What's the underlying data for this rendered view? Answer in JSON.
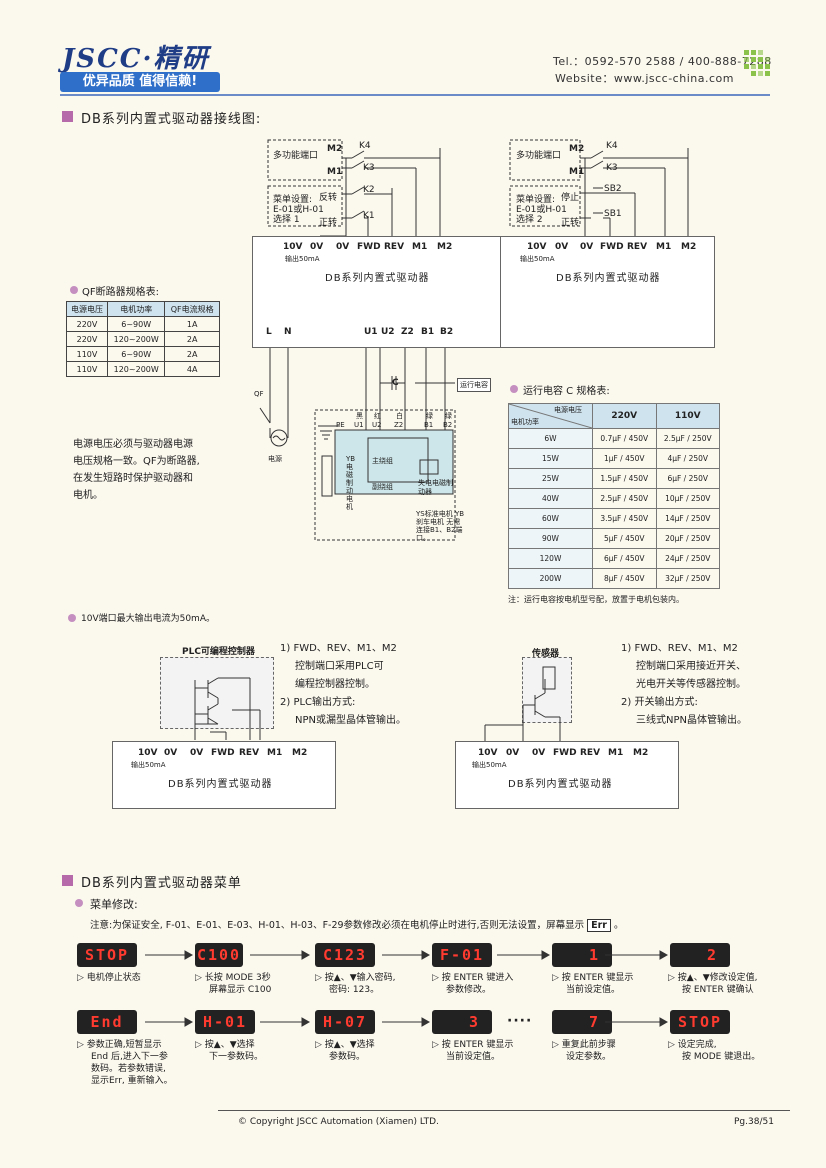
{
  "header": {
    "logo": "JSCC·精研",
    "slogan": "优异品质 值得信赖!",
    "tel": "Tel.：0592-570 2588 / 400-888-7288",
    "website": "Website：www.jscc-china.com"
  },
  "section1": {
    "title": "DB系列内置式驱动器接线图:",
    "left_diagram": {
      "port_label": "多功能端口",
      "menu_label": "菜单设置:",
      "menu_code": "E-01或H-01",
      "menu_choice": "选择 1",
      "rev": "反转",
      "fwd": "正转",
      "k4": "K4",
      "k3": "K3",
      "k2": "K2",
      "k1": "K1",
      "m2": "M2",
      "m1": "M1",
      "terminals": [
        "10V",
        "0V",
        "0V",
        "FWD",
        "REV",
        "M1",
        "M2"
      ],
      "output_note": "输出50mA",
      "driver_name": "DB系列内置式驱动器",
      "bottom_terminals": [
        "L",
        "N",
        "U1",
        "U2",
        "Z2",
        "B1",
        "B2"
      ],
      "qf": "QF",
      "power": "电源",
      "c_label": "C",
      "cap_tag": "运行电容",
      "pe": "PE",
      "wire_colors": [
        "黑",
        "红",
        "白",
        "绿",
        "绿"
      ],
      "wire_codes": [
        "U1",
        "U2",
        "Z2",
        "B1",
        "B2"
      ],
      "motor": "YB电磁制动电机",
      "main_winding": "主绕组",
      "aux_winding": "副绕组",
      "brake": "失电电磁制动器",
      "yb_note": "YS标准电机 YB刹车电机 无需连接B1、B2端口。"
    },
    "right_diagram": {
      "port_label": "多功能端口",
      "menu_label": "菜单设置:",
      "menu_code": "E-01或H-01",
      "menu_choice": "选择 2",
      "stop": "停止",
      "fwd": "正转",
      "k4": "K4",
      "k3": "K3",
      "sb2": "SB2",
      "sb1": "SB1",
      "m2": "M2",
      "m1": "M1",
      "terminals": [
        "10V",
        "0V",
        "0V",
        "FWD",
        "REV",
        "M1",
        "M2"
      ],
      "output_note": "输出50mA",
      "driver_name": "DB系列内置式驱动器"
    },
    "qf_table": {
      "title": "QF断路器规格表:",
      "headers": [
        "电源电压",
        "电机功率",
        "QF电流规格"
      ],
      "rows": [
        [
          "220V",
          "6~90W",
          "1A"
        ],
        [
          "220V",
          "120~200W",
          "2A"
        ],
        [
          "110V",
          "6~90W",
          "2A"
        ],
        [
          "110V",
          "120~200W",
          "4A"
        ]
      ]
    },
    "power_note": [
      "电源电压必须与驱动器电源",
      "电压规格一致。QF为断路器,",
      "在发生短路时保护驱动器和",
      "电机。"
    ],
    "cap_table": {
      "title": "运行电容 C 规格表:",
      "corner_top": "电源电压",
      "corner_bottom": "电机功率",
      "headers": [
        "220V",
        "110V"
      ],
      "rows": [
        [
          "6W",
          "0.7μF / 450V",
          "2.5μF / 250V"
        ],
        [
          "15W",
          "1μF / 450V",
          "4μF / 250V"
        ],
        [
          "25W",
          "1.5μF / 450V",
          "6μF / 250V"
        ],
        [
          "40W",
          "2.5μF / 450V",
          "10μF / 250V"
        ],
        [
          "60W",
          "3.5μF / 450V",
          "14μF / 250V"
        ],
        [
          "90W",
          "5μF / 450V",
          "20μF / 250V"
        ],
        [
          "120W",
          "6μF / 450V",
          "24μF / 250V"
        ],
        [
          "200W",
          "8μF / 450V",
          "32μF / 250V"
        ]
      ],
      "note": "注：运行电容按电机型号配，放置于电机包装内。"
    },
    "output_current_note": "10V端口最大输出电流为50mA。",
    "plc": {
      "box_title": "PLC可编程控制器",
      "terminals": [
        "10V",
        "0V",
        "0V",
        "FWD",
        "REV",
        "M1",
        "M2"
      ],
      "output_note": "输出50mA",
      "driver_name": "DB系列内置式驱动器",
      "text": [
        "1) FWD、REV、M1、M2",
        "控制端口采用PLC可",
        "编程控制器控制。",
        "2) PLC输出方式:",
        "NPN或漏型晶体管输出。"
      ]
    },
    "sensor": {
      "box_title": "传感器",
      "terminals": [
        "10V",
        "0V",
        "0V",
        "FWD",
        "REV",
        "M1",
        "M2"
      ],
      "output_note": "输出50mA",
      "driver_name": "DB系列内置式驱动器",
      "text": [
        "1) FWD、REV、M1、M2",
        "控制端口采用接近开关、",
        "光电开关等传感器控制。",
        "2) 开关输出方式:",
        "三线式NPN晶体管输出。"
      ]
    }
  },
  "section2": {
    "title": "DB系列内置式驱动器菜单",
    "subtitle": "菜单修改:",
    "note": "注意:为保证安全, F-01、E-01、E-03、H-01、H-03、F-29参数修改必须在电机停止时进行,否则无法设置，屏幕显示",
    "err": "Err",
    "note_end": "。",
    "row1": [
      {
        "lcd": "STOP",
        "desc": [
          "电机停止状态"
        ]
      },
      {
        "lcd": "C100",
        "desc": [
          "长按 MODE 3秒",
          "屏幕显示 C100"
        ]
      },
      {
        "lcd": "C123",
        "desc": [
          "按▲、▼输入密码,",
          "密码: 123。"
        ]
      },
      {
        "lcd": "F-01",
        "desc": [
          "按 ENTER 键进入",
          "参数修改。"
        ]
      },
      {
        "lcd": "1",
        "desc": [
          "按 ENTER 键显示",
          "当前设定值。"
        ]
      },
      {
        "lcd": "2",
        "desc": [
          "按▲、▼修改设定值,",
          "按 ENTER 键确认"
        ]
      }
    ],
    "row2": [
      {
        "lcd": "End",
        "desc": [
          "参数正确,短暂显示",
          "End 后,进入下一参",
          "数码。若参数错误,",
          "显示Err, 重新输入。"
        ]
      },
      {
        "lcd": "H-01",
        "desc": [
          "按▲、▼选择",
          "下一参数码。"
        ]
      },
      {
        "lcd": "H-07",
        "desc": [
          "按▲、▼选择",
          "参数码。"
        ]
      },
      {
        "lcd": "3",
        "desc": [
          "按 ENTER 键显示",
          "当前设定值。"
        ]
      },
      {
        "lcd": "7",
        "desc": [
          "重复此前步骤",
          "设定参数。"
        ]
      },
      {
        "lcd": "STOP",
        "desc": [
          "设定完成,",
          "按 MODE 键退出。"
        ]
      }
    ],
    "dots": "····"
  },
  "footer": {
    "copyright": "© Copyright JSCC Automation (Xiamen) LTD.",
    "page": "Pg.38/51"
  },
  "colors": {
    "accent": "#b66aa9",
    "brand": "#1f3c86",
    "lcd_text": "#ff3b30"
  }
}
